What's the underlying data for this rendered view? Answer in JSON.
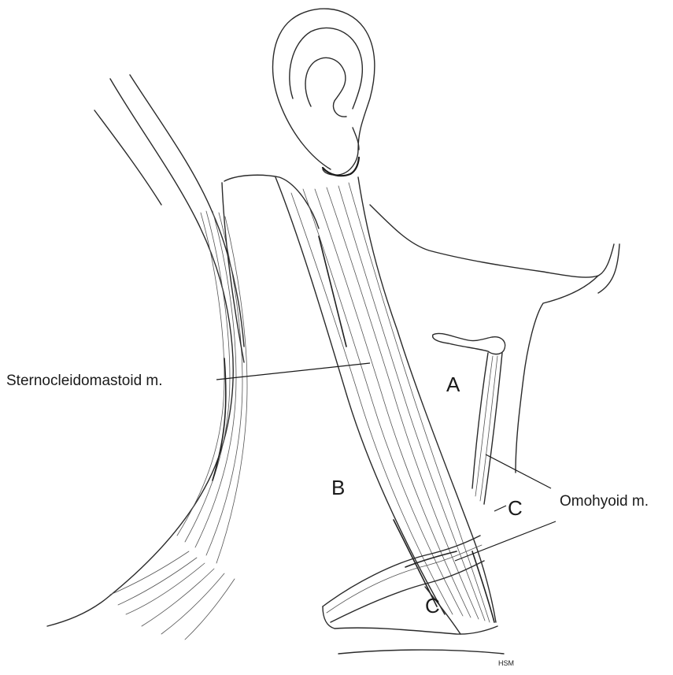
{
  "labels": {
    "sternocleidomastoid": "Sternocleidomastoid m.",
    "omohyoid": "Omohyoid m.",
    "region_a": "A",
    "region_b": "B",
    "region_c_upper": "C",
    "region_c_lower": "C",
    "signature": "HSM"
  },
  "colors": {
    "ink": "#1a1a1a",
    "paper": "#ffffff"
  }
}
